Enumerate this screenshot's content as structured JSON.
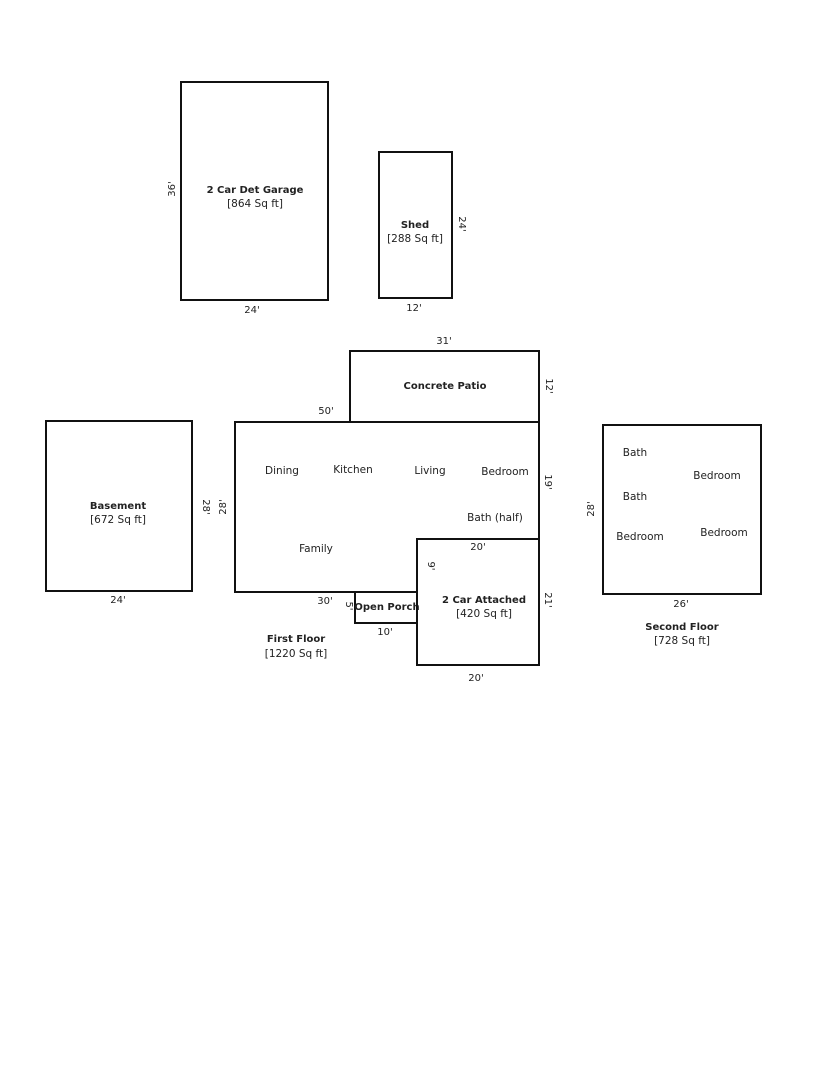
{
  "garage": {
    "title": "2 Car Det Garage",
    "area": "[864 Sq ft]",
    "dim_side": "36'",
    "dim_bottom": "24'"
  },
  "shed": {
    "title": "Shed",
    "area": "[288 Sq ft]",
    "dim_side": "24'",
    "dim_bottom": "12'"
  },
  "patio": {
    "title": "Concrete Patio",
    "dim_top": "31'",
    "dim_side": "12'"
  },
  "basement": {
    "title": "Basement",
    "area": "[672 Sq ft]",
    "dim_side": "28'",
    "dim_bottom": "24'"
  },
  "first_floor": {
    "title": "First Floor",
    "area": "[1220 Sq ft]",
    "dim_top": "50'",
    "dim_left": "28'",
    "dim_right": "19'",
    "dim_bottom": "30'",
    "rooms": {
      "dining": "Dining",
      "kitchen": "Kitchen",
      "living": "Living",
      "bedroom": "Bedroom",
      "bath_half": "Bath (half)",
      "family": "Family"
    }
  },
  "porch": {
    "title": "Open Porch",
    "dim_side": "5'",
    "dim_bottom": "10'"
  },
  "attached_garage": {
    "title": "2 Car Attached",
    "area": "[420 Sq ft]",
    "dim_top": "20'",
    "dim_left": "9'",
    "dim_right": "21'",
    "dim_bottom": "20'"
  },
  "second_floor": {
    "title": "Second Floor",
    "area": "[728 Sq ft]",
    "dim_side": "28'",
    "dim_bottom": "26'",
    "rooms": {
      "bath_1": "Bath",
      "bath_2": "Bath",
      "bedroom_1": "Bedroom",
      "bedroom_2": "Bedroom",
      "bedroom_3": "Bedroom"
    }
  }
}
